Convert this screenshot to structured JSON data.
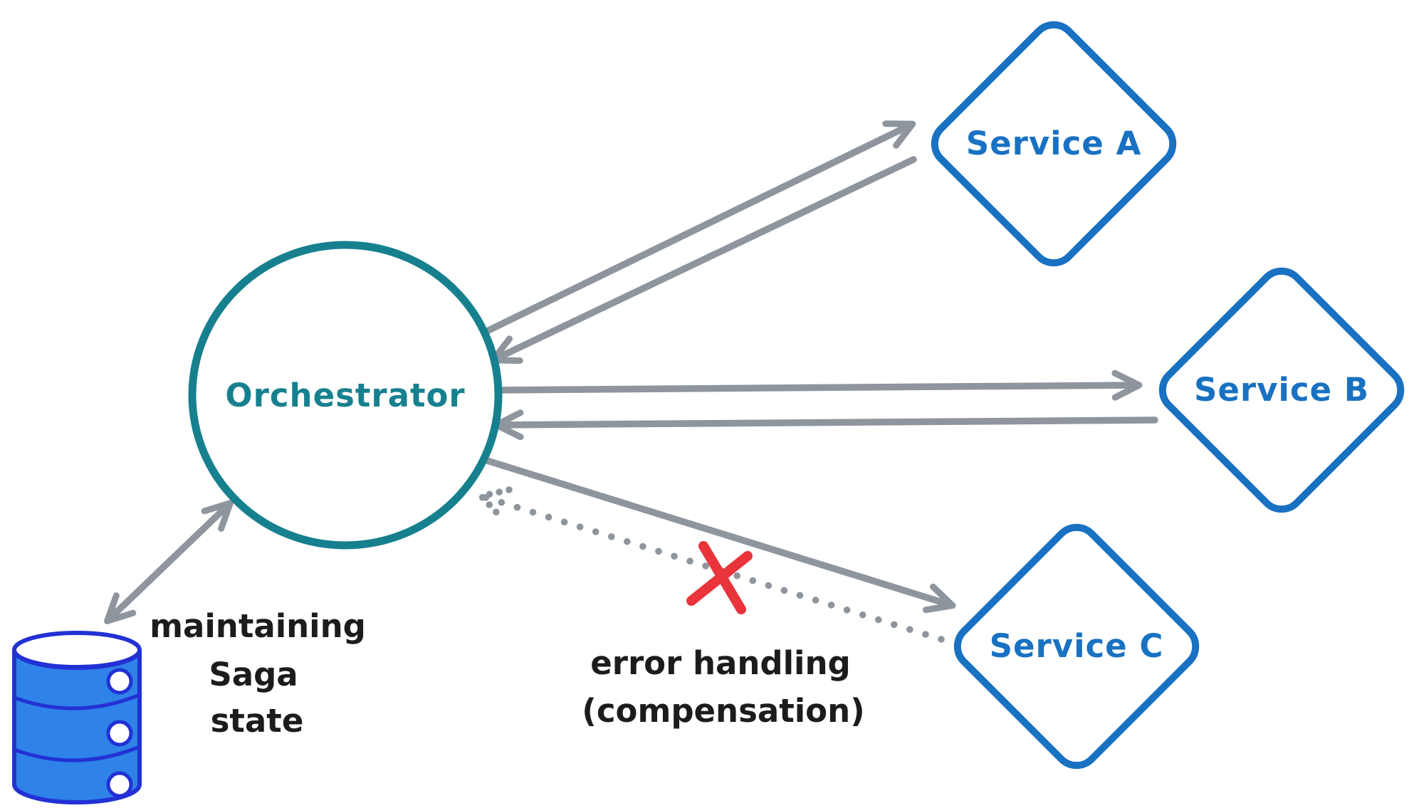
{
  "diagram": {
    "nodes": {
      "orchestrator": {
        "label": "Orchestrator",
        "shape": "circle",
        "color": "#17808f"
      },
      "service_a": {
        "label": "Service A",
        "shape": "diamond",
        "color": "#1971c2"
      },
      "service_b": {
        "label": "Service B",
        "shape": "diamond",
        "color": "#1971c2"
      },
      "service_c": {
        "label": "Service C",
        "shape": "diamond",
        "color": "#1971c2"
      },
      "database": {
        "shape": "cylinder",
        "fill": "#2e82e8",
        "stroke": "#2231d4"
      }
    },
    "annotations": {
      "saga_note": {
        "line1": "maintaining",
        "line2": "Saga",
        "line3": "state",
        "color": "#1c1c1c"
      },
      "error_note": {
        "line1": "error handling",
        "line2": "(compensation)",
        "color": "#1c1c1c"
      },
      "failure_mark": {
        "glyph": "X",
        "color": "#e8343a"
      }
    },
    "edges": [
      {
        "from": "Orchestrator",
        "to": "Service A",
        "style": "solid",
        "arrowhead": "at Service A"
      },
      {
        "from": "Service A",
        "to": "Orchestrator",
        "style": "solid",
        "arrowhead": "at Orchestrator"
      },
      {
        "from": "Orchestrator",
        "to": "Service B",
        "style": "solid",
        "arrowhead": "at Service B"
      },
      {
        "from": "Service B",
        "to": "Orchestrator",
        "style": "solid",
        "arrowhead": "at Orchestrator"
      },
      {
        "from": "Orchestrator",
        "to": "Service C",
        "style": "solid",
        "arrowhead": "at Service C"
      },
      {
        "from": "Service C",
        "to": "Orchestrator",
        "style": "dotted",
        "arrowhead": "at Orchestrator",
        "note": "error handling (compensation)",
        "status": "crossed-out"
      },
      {
        "from": "Orchestrator",
        "to": "database",
        "style": "solid",
        "arrowhead": "both ends",
        "note": "maintaining Saga state"
      }
    ]
  },
  "colors": {
    "arrow": "#8e959d",
    "teal": "#17808f",
    "blue": "#1971c2",
    "red": "#e8343a",
    "db_fill": "#2e82e8",
    "db_stroke": "#2231d4",
    "note_text": "#1c1c1c"
  }
}
